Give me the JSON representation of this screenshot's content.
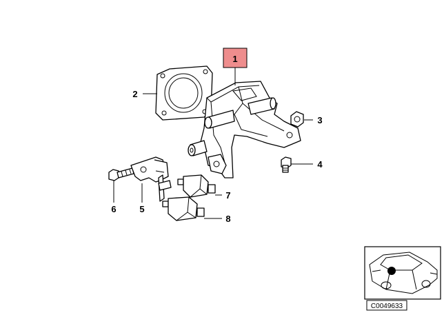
{
  "diagram": {
    "highlight_color": "#ee8d8d",
    "callouts": [
      {
        "id": "1",
        "label": "1",
        "highlighted": true
      },
      {
        "id": "2",
        "label": "2"
      },
      {
        "id": "3",
        "label": "3"
      },
      {
        "id": "4",
        "label": "4"
      },
      {
        "id": "5",
        "label": "5"
      },
      {
        "id": "6",
        "label": "6"
      },
      {
        "id": "7",
        "label": "7"
      },
      {
        "id": "8",
        "label": "8"
      }
    ],
    "thumbnail": {
      "code": "C0049633",
      "icon": "car-sedan-icon",
      "marker_color": "#000000"
    }
  }
}
